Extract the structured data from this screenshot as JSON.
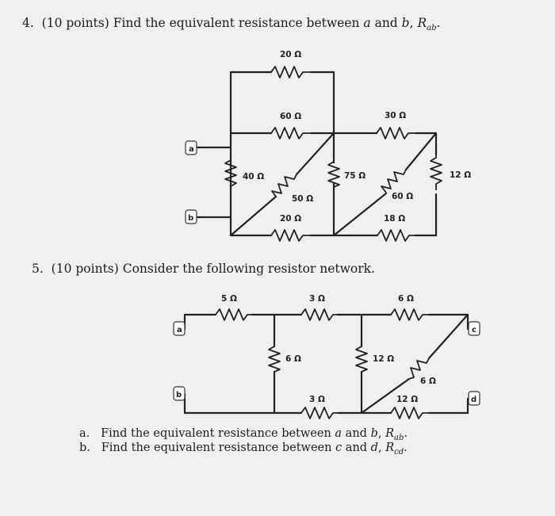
{
  "q4": {
    "number": "4.",
    "points": "(10 points)",
    "text_1": "Find the equivalent resistance between ",
    "var_a": "a",
    "and": " and ",
    "var_b": "b",
    "sep": ", ",
    "r_label": "R",
    "r_sub": "ab",
    "end": "."
  },
  "q5": {
    "number": "5.",
    "points": "(10 points)",
    "text": "Consider the following resistor network."
  },
  "q5a": {
    "label": "a.",
    "text_1": "Find the equivalent resistance between ",
    "var_1": "a",
    "and": " and ",
    "var_2": "b",
    "sep": ", ",
    "r_label": "R",
    "r_sub": "ab",
    "end": "."
  },
  "q5b": {
    "label": "b.",
    "text_1": "Find the equivalent resistance between ",
    "var_1": "c",
    "and": " and ",
    "var_2": "d",
    "sep": ", ",
    "r_label": "R",
    "r_sub": "cd",
    "end": "."
  },
  "circuit1": {
    "r_top": "20 Ω",
    "r_mid_top": "60 Ω",
    "r_right_top": "30 Ω",
    "r_left": "40 Ω",
    "r_diag_left": "50 Ω",
    "r_middle_vertical": "75 Ω",
    "r_diag_right": "60 Ω",
    "r_far_right": "12 Ω",
    "r_bottom_left": "20 Ω",
    "r_bottom_right": "18 Ω",
    "node_a": "a",
    "node_b": "b"
  },
  "circuit2": {
    "r_top_left": "5 Ω",
    "r_top_mid": "3 Ω",
    "r_top_right": "6 Ω",
    "r_vert_left": "6 Ω",
    "r_vert_mid": "12 Ω",
    "r_diag": "6 Ω",
    "r_bottom_mid": "3 Ω",
    "r_bottom_right": "12 Ω",
    "node_a": "a",
    "node_b": "b",
    "node_c": "c",
    "node_d": "d"
  }
}
